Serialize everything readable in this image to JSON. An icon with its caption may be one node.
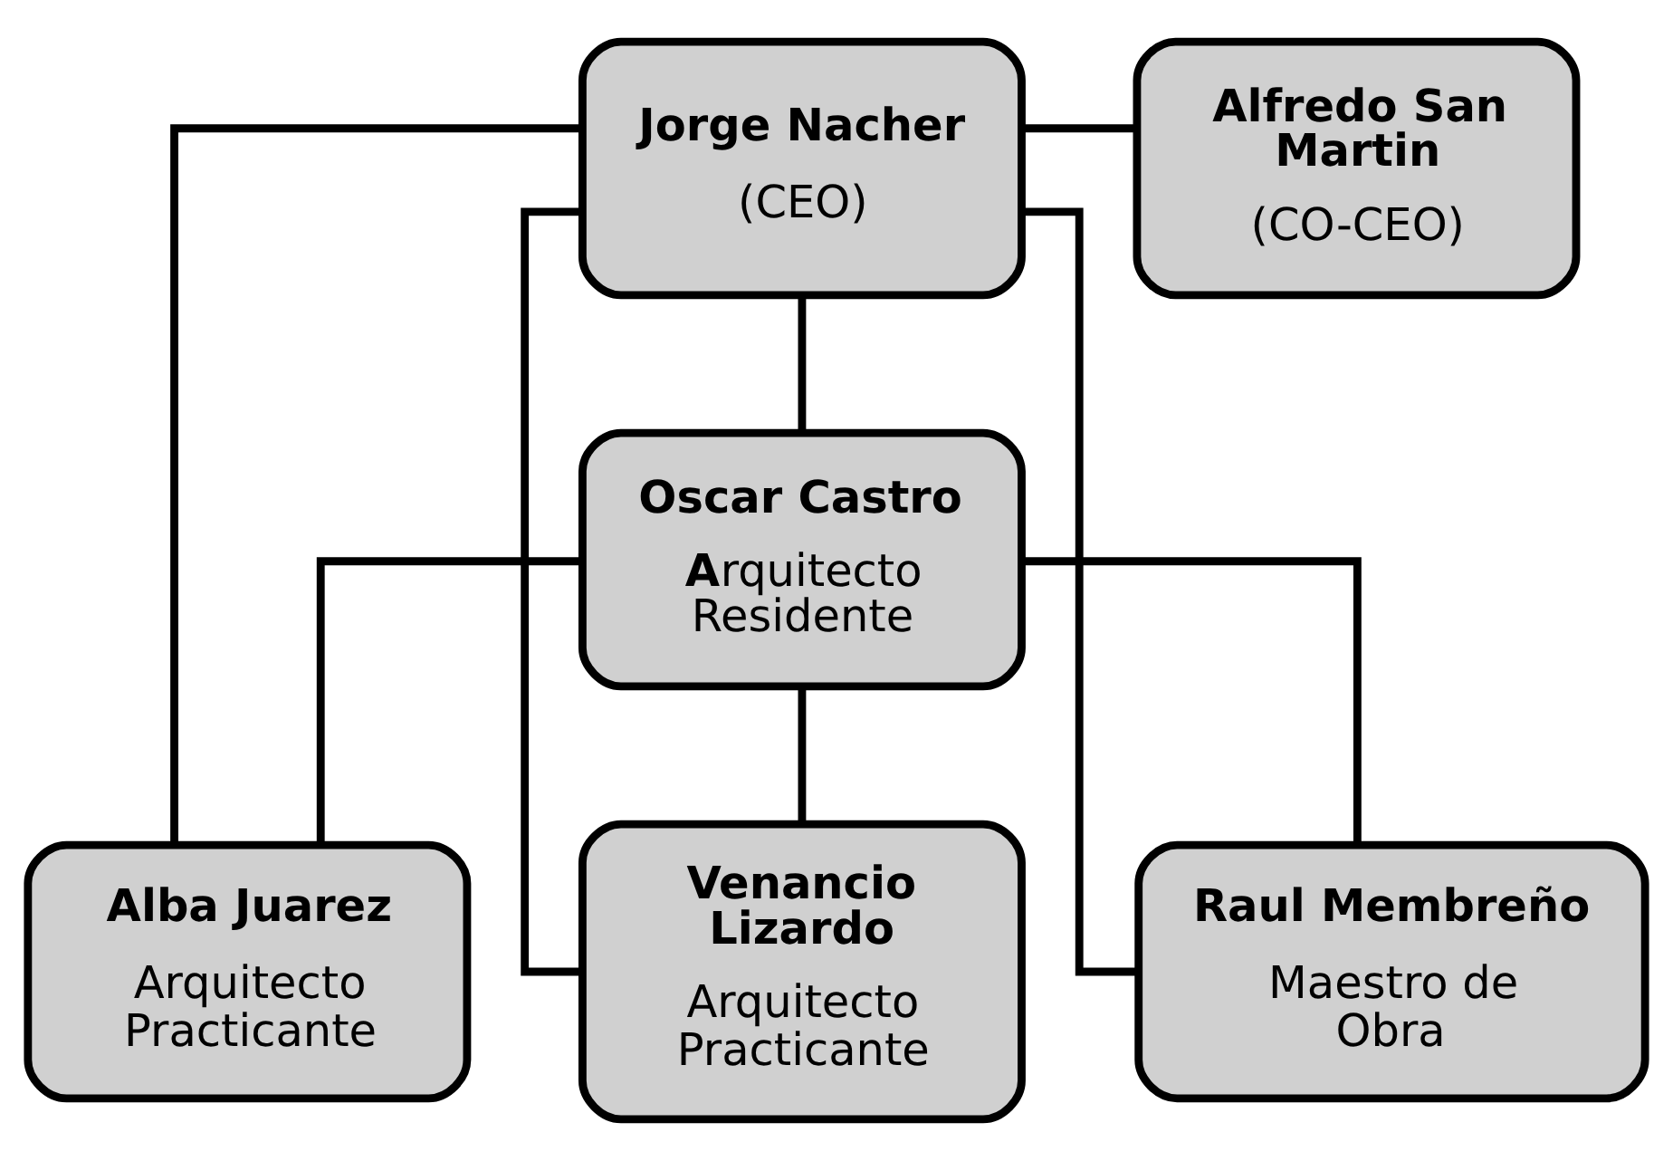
{
  "diagram": {
    "nodes": [
      {
        "text": [
          "Jorge Nacher",
          "(CEO)"
        ]
      },
      {
        "text": [
          "Alfredo San Martin",
          "(CO-CEO)"
        ]
      },
      {
        "text": [
          "Oscar Castro",
          "**A**rquitecto Residente"
        ]
      },
      {
        "text": [
          "Alba Juarez",
          "Arquitecto Practicante"
        ]
      },
      {
        "text": [
          "Venancio Lizardo",
          "Arquitecto Practicante"
        ]
      },
      {
        "text": [
          "Raul Membreño",
          "Maestro de Obra"
        ]
      }
    ],
    "edges": [
      {
        "from": 0,
        "to": 1,
        "arrow": "none"
      },
      {
        "from": 0,
        "to": 2,
        "arrow": "none"
      },
      {
        "from": 0,
        "to": 3,
        "arrow": "none"
      },
      {
        "from": 0,
        "to": 4,
        "arrow": "none"
      },
      {
        "from": 0,
        "to": 5,
        "arrow": "none"
      },
      {
        "from": 2,
        "to": 3,
        "arrow": "none"
      },
      {
        "from": 2,
        "to": 4,
        "arrow": "none"
      },
      {
        "from": 2,
        "to": 5,
        "arrow": "none"
      }
    ]
  }
}
